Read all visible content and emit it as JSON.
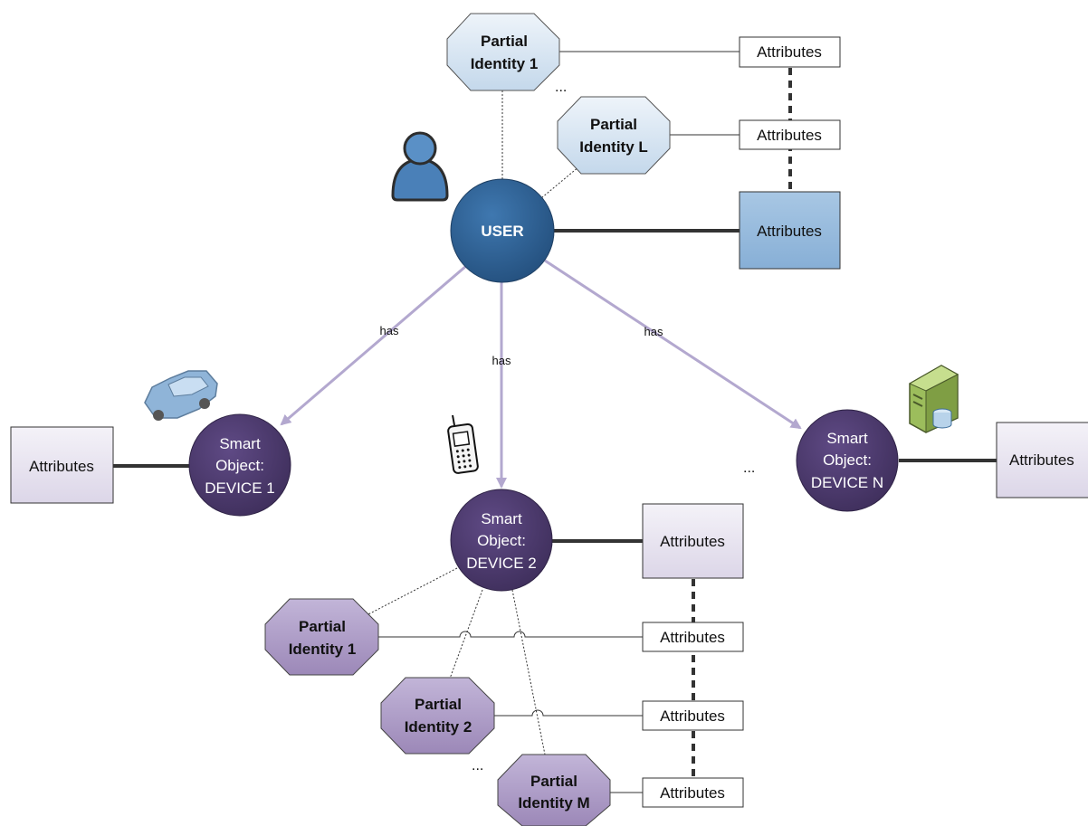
{
  "user": {
    "label": "USER"
  },
  "edge_label": "has",
  "ellipsis": "...",
  "attributes_label": "Attributes",
  "user_partials": [
    {
      "line1": "Partial",
      "line2": "Identity 1"
    },
    {
      "line1": "Partial",
      "line2": "Identity L"
    }
  ],
  "devices": [
    {
      "line1": "Smart",
      "line2": "Object:",
      "line3": "DEVICE 1",
      "icon": "car-icon"
    },
    {
      "line1": "Smart",
      "line2": "Object:",
      "line3": "DEVICE 2",
      "icon": "mobile-phone-icon"
    },
    {
      "line1": "Smart",
      "line2": "Object:",
      "line3": "DEVICE N",
      "icon": "server-icon"
    }
  ],
  "device_partials": [
    {
      "line1": "Partial",
      "line2": "Identity 1"
    },
    {
      "line1": "Partial",
      "line2": "Identity 2"
    },
    {
      "line1": "Partial",
      "line2": "Identity M"
    }
  ],
  "colors": {
    "user_node": "#2e6196",
    "device_node": "#4e3b6f",
    "user_partial_fill": "#d6e4f0",
    "device_partial_fill": "#a996c2",
    "has_arrow": "#b3a8cf",
    "user_attr_main": "#94b8da",
    "device_attr_main": "#e4e0ee"
  }
}
